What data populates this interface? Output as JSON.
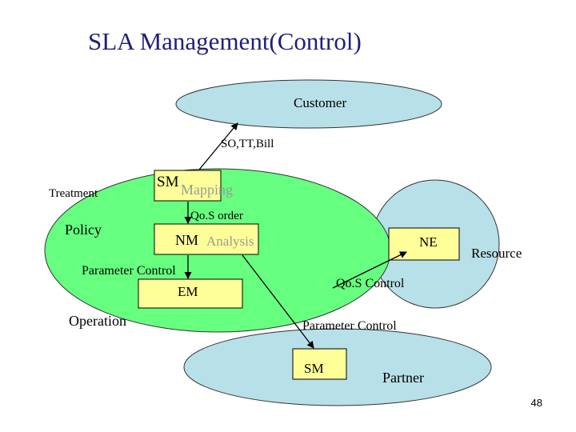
{
  "slide": {
    "title": "SLA Management(Control)",
    "page_number": "48"
  },
  "diagram": {
    "regions": {
      "customer": "Customer",
      "resource": "Resource",
      "partner": "Partner"
    },
    "boxes": {
      "sm_top": "SM",
      "mapping": "Mapping",
      "nm": "NM",
      "analysis": "Analysis",
      "ne": "NE",
      "em": "EM",
      "sm_bottom": "SM"
    },
    "labels": {
      "so_tt_bill": "SO,TT,Bill",
      "treatment": "Treatment",
      "policy": "Policy",
      "qos_order": "Qo.S order",
      "parameter_control_left": "Parameter Control",
      "qos_control": "Qo.S Control",
      "operation": "Operation",
      "parameter_control_bottom": "Parameter Control"
    },
    "colors": {
      "customer_fill": "#b8e0e8",
      "operation_fill": "#66ff80",
      "resource_fill": "#b8e0e8",
      "partner_fill": "#b8e0e8",
      "box_fill": "#ffff99",
      "title_color": "#1f1f7a",
      "secondary_text": "#999999"
    }
  }
}
